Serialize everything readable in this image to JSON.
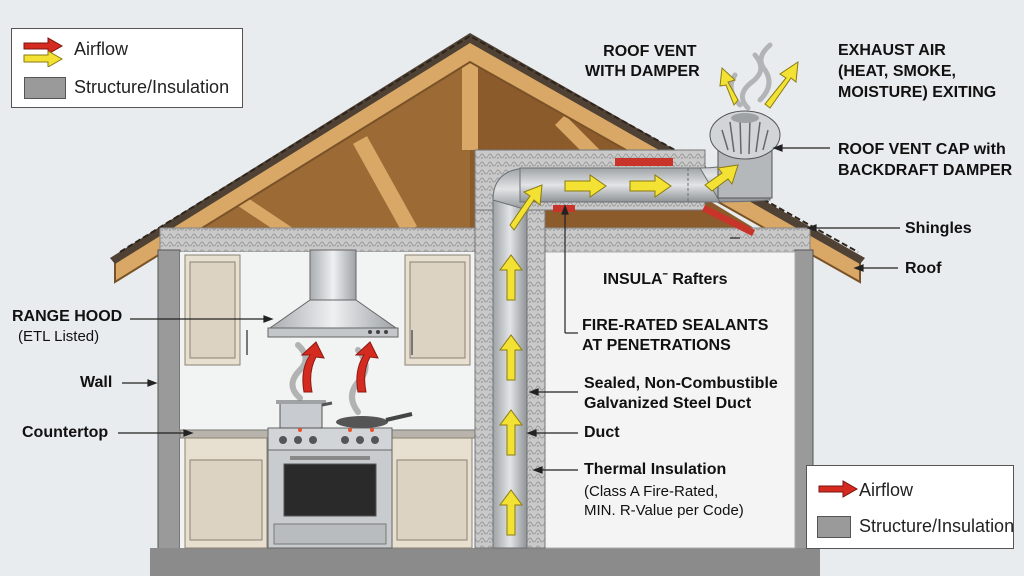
{
  "legend_top": {
    "airflow": "Airflow",
    "structure": "Structure/Insulation"
  },
  "legend_bottom": {
    "airflow": "Airflow",
    "structure": "Structure/Insulation"
  },
  "labels": {
    "roof_vent_damper": [
      "ROOF VENT",
      "WITH DAMPER"
    ],
    "exhaust_air": [
      "EXHAUST AIR",
      "(HEAT, SMOKE,",
      "MOISTURE) EXITING"
    ],
    "roof_vent_cap": [
      "ROOF VENT CAP with",
      "BACKDRAFT DAMPER"
    ],
    "shingles": "Shingles",
    "roof": "Roof",
    "rafters": "INSULAˉ Rafters",
    "fire_sealants": [
      "FIRE-RATED SEALANTS",
      "AT PENETRATIONS"
    ],
    "sealed_duct": [
      "Sealed, Non-Combustible",
      "Galvanized Steel Duct"
    ],
    "duct": "Duct",
    "thermal_insulation": "Thermal Insulation",
    "thermal_detail": [
      "(Class A Fire-Rated,",
      "MIN. R-Value per Code)"
    ],
    "range_hood": "RANGE HOOD",
    "range_hood_sub": "(ETL Listed)",
    "wall": "Wall",
    "countertop": "Countertop"
  },
  "colors": {
    "airflow_red": "#d42a1f",
    "airflow_yellow": "#f3e233",
    "structure_gray": "#9a9a9a",
    "roof_wood": "#d9a866",
    "shingle": "#5a4a3c",
    "attic": "#8a5a2a"
  }
}
